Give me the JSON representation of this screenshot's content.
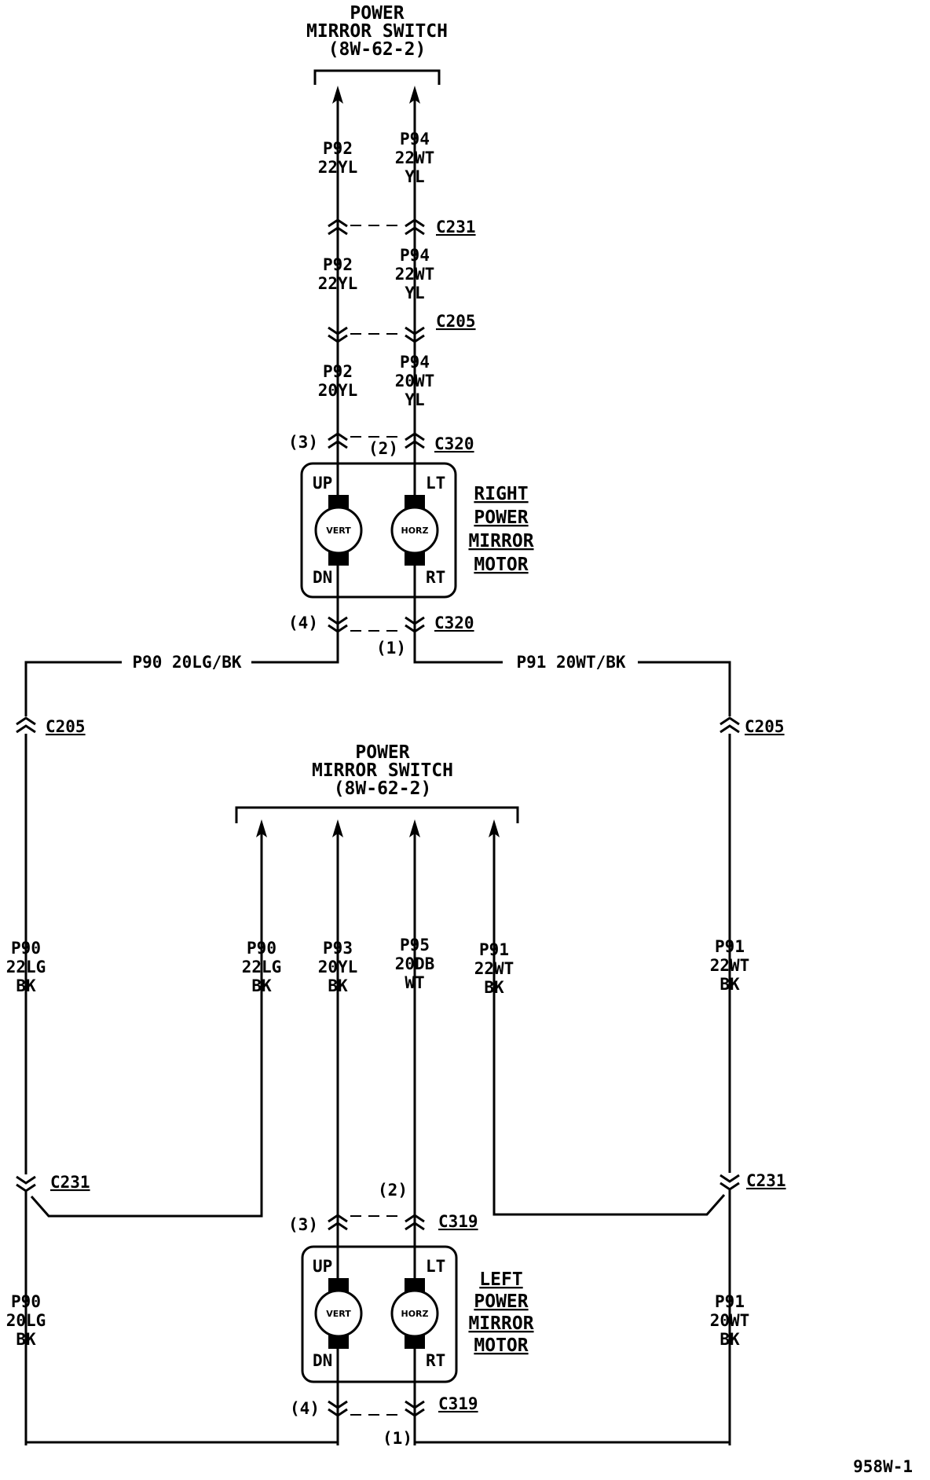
{
  "switch_top": {
    "line1": "POWER",
    "line2": "MIRROR SWITCH",
    "line3": "(8W-62-2)"
  },
  "switch_mid": {
    "line1": "POWER",
    "line2": "MIRROR SWITCH",
    "line3": "(8W-62-2)"
  },
  "connectors": {
    "c231": "C231",
    "c205": "C205",
    "c320": "C320",
    "c319": "C319"
  },
  "pins": {
    "p1": "(1)",
    "p2": "(2)",
    "p3": "(3)",
    "p4": "(4)"
  },
  "wires": {
    "p92": {
      "circuit": "P92",
      "gauge22": "22YL",
      "gauge20": "20YL"
    },
    "p94": {
      "circuit": "P94",
      "gauge22": "22WT",
      "gauge20": "20WT",
      "color": "YL"
    },
    "p90": {
      "circuit": "P90",
      "gauge22": "22LG",
      "gauge20": "20LG",
      "color": "BK",
      "full": "P90 20LG/BK"
    },
    "p91": {
      "circuit": "P91",
      "gauge22": "22WT",
      "gauge20": "20WT",
      "color": "BK",
      "full": "P91 20WT/BK"
    },
    "p93": {
      "circuit": "P93",
      "gauge": "20YL",
      "color": "BK"
    },
    "p95": {
      "circuit": "P95",
      "gauge": "20DB",
      "color": "WT"
    }
  },
  "motor_right": {
    "line1": "RIGHT",
    "line2": "POWER",
    "line3": "MIRROR",
    "line4": "MOTOR"
  },
  "motor_left": {
    "line1": "LEFT",
    "line2": "POWER",
    "line3": "MIRROR",
    "line4": "MOTOR"
  },
  "motor_labels": {
    "up": "UP",
    "dn": "DN",
    "lt": "LT",
    "rt": "RT",
    "vert": "VERT",
    "horz": "HORZ"
  },
  "figure_id": "958W-1"
}
